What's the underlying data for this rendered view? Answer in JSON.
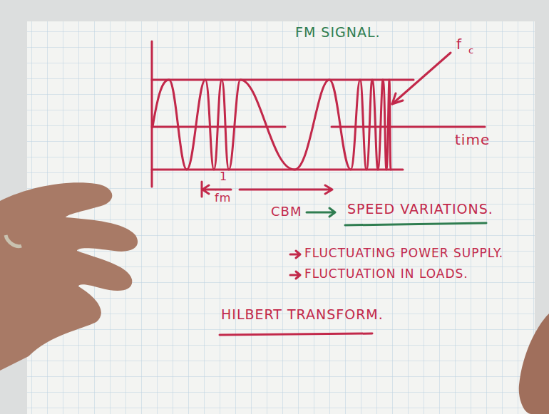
{
  "diagram": {
    "title": "FM SIGNAL.",
    "labels": [
      "f",
      "c",
      "time",
      "1",
      "fm",
      "CBM",
      "SPEED VARIATIONS.",
      "FLUCTUATING POWER SUPPLY.",
      "FLUCTUATION IN LOADS.",
      "HILBERT TRANSFORM."
    ]
  }
}
